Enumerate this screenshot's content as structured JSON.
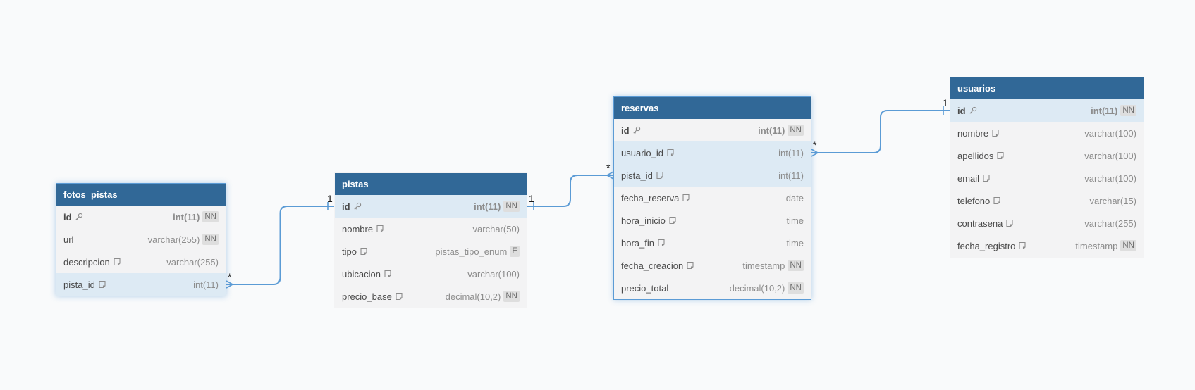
{
  "tables": [
    {
      "name": "fotos_pistas",
      "columns": [
        {
          "name": "id",
          "type": "int(11)",
          "badge": "NN",
          "pk": true,
          "icon": "key-icon",
          "highlight": false
        },
        {
          "name": "url",
          "type": "varchar(255)",
          "badge": "NN",
          "pk": false,
          "icon": "",
          "highlight": false
        },
        {
          "name": "descripcion",
          "type": "varchar(255)",
          "badge": "",
          "pk": false,
          "icon": "note-icon",
          "highlight": false
        },
        {
          "name": "pista_id",
          "type": "int(11)",
          "badge": "",
          "pk": false,
          "icon": "note-icon",
          "highlight": true
        }
      ]
    },
    {
      "name": "pistas",
      "columns": [
        {
          "name": "id",
          "type": "int(11)",
          "badge": "NN",
          "pk": true,
          "icon": "key-icon",
          "highlight": true
        },
        {
          "name": "nombre",
          "type": "varchar(50)",
          "badge": "",
          "pk": false,
          "icon": "note-icon",
          "highlight": false
        },
        {
          "name": "tipo",
          "type": "pistas_tipo_enum",
          "badge": "E",
          "pk": false,
          "icon": "note-icon",
          "highlight": false
        },
        {
          "name": "ubicacion",
          "type": "varchar(100)",
          "badge": "",
          "pk": false,
          "icon": "note-icon",
          "highlight": false
        },
        {
          "name": "precio_base",
          "type": "decimal(10,2)",
          "badge": "NN",
          "pk": false,
          "icon": "note-icon",
          "highlight": false
        }
      ]
    },
    {
      "name": "reservas",
      "columns": [
        {
          "name": "id",
          "type": "int(11)",
          "badge": "NN",
          "pk": true,
          "icon": "key-icon",
          "highlight": false
        },
        {
          "name": "usuario_id",
          "type": "int(11)",
          "badge": "",
          "pk": false,
          "icon": "note-icon",
          "highlight": true
        },
        {
          "name": "pista_id",
          "type": "int(11)",
          "badge": "",
          "pk": false,
          "icon": "note-icon",
          "highlight": true
        },
        {
          "name": "fecha_reserva",
          "type": "date",
          "badge": "",
          "pk": false,
          "icon": "note-icon",
          "highlight": false
        },
        {
          "name": "hora_inicio",
          "type": "time",
          "badge": "",
          "pk": false,
          "icon": "note-icon",
          "highlight": false
        },
        {
          "name": "hora_fin",
          "type": "time",
          "badge": "",
          "pk": false,
          "icon": "note-icon",
          "highlight": false
        },
        {
          "name": "fecha_creacion",
          "type": "timestamp",
          "badge": "NN",
          "pk": false,
          "icon": "note-icon",
          "highlight": false
        },
        {
          "name": "precio_total",
          "type": "decimal(10,2)",
          "badge": "NN",
          "pk": false,
          "icon": "",
          "highlight": false
        }
      ]
    },
    {
      "name": "usuarios",
      "columns": [
        {
          "name": "id",
          "type": "int(11)",
          "badge": "NN",
          "pk": true,
          "icon": "key-icon",
          "highlight": true
        },
        {
          "name": "nombre",
          "type": "varchar(100)",
          "badge": "",
          "pk": false,
          "icon": "note-icon",
          "highlight": false
        },
        {
          "name": "apellidos",
          "type": "varchar(100)",
          "badge": "",
          "pk": false,
          "icon": "note-icon",
          "highlight": false
        },
        {
          "name": "email",
          "type": "varchar(100)",
          "badge": "",
          "pk": false,
          "icon": "note-icon",
          "highlight": false
        },
        {
          "name": "telefono",
          "type": "varchar(15)",
          "badge": "",
          "pk": false,
          "icon": "note-icon",
          "highlight": false
        },
        {
          "name": "contrasena",
          "type": "varchar(255)",
          "badge": "",
          "pk": false,
          "icon": "note-icon",
          "highlight": false
        },
        {
          "name": "fecha_registro",
          "type": "timestamp",
          "badge": "NN",
          "pk": false,
          "icon": "note-icon",
          "highlight": false
        }
      ]
    }
  ],
  "relations": [
    {
      "from_table": "fotos_pistas",
      "from_column": "pista_id",
      "from_card": "*",
      "to_table": "pistas",
      "to_column": "id",
      "to_card": "1"
    },
    {
      "from_table": "pistas",
      "from_column": "id",
      "from_card": "1",
      "to_table": "reservas",
      "to_column": "pista_id",
      "to_card": "*"
    },
    {
      "from_table": "reservas",
      "from_column": "usuario_id",
      "from_card": "*",
      "to_table": "usuarios",
      "to_column": "id",
      "to_card": "1"
    }
  ],
  "colors": {
    "header": "#316897",
    "body": "#f3f3f4",
    "highlight_row": "#ddeaf4",
    "relation_line": "#5b9bd5",
    "background": "#f9fafb"
  }
}
